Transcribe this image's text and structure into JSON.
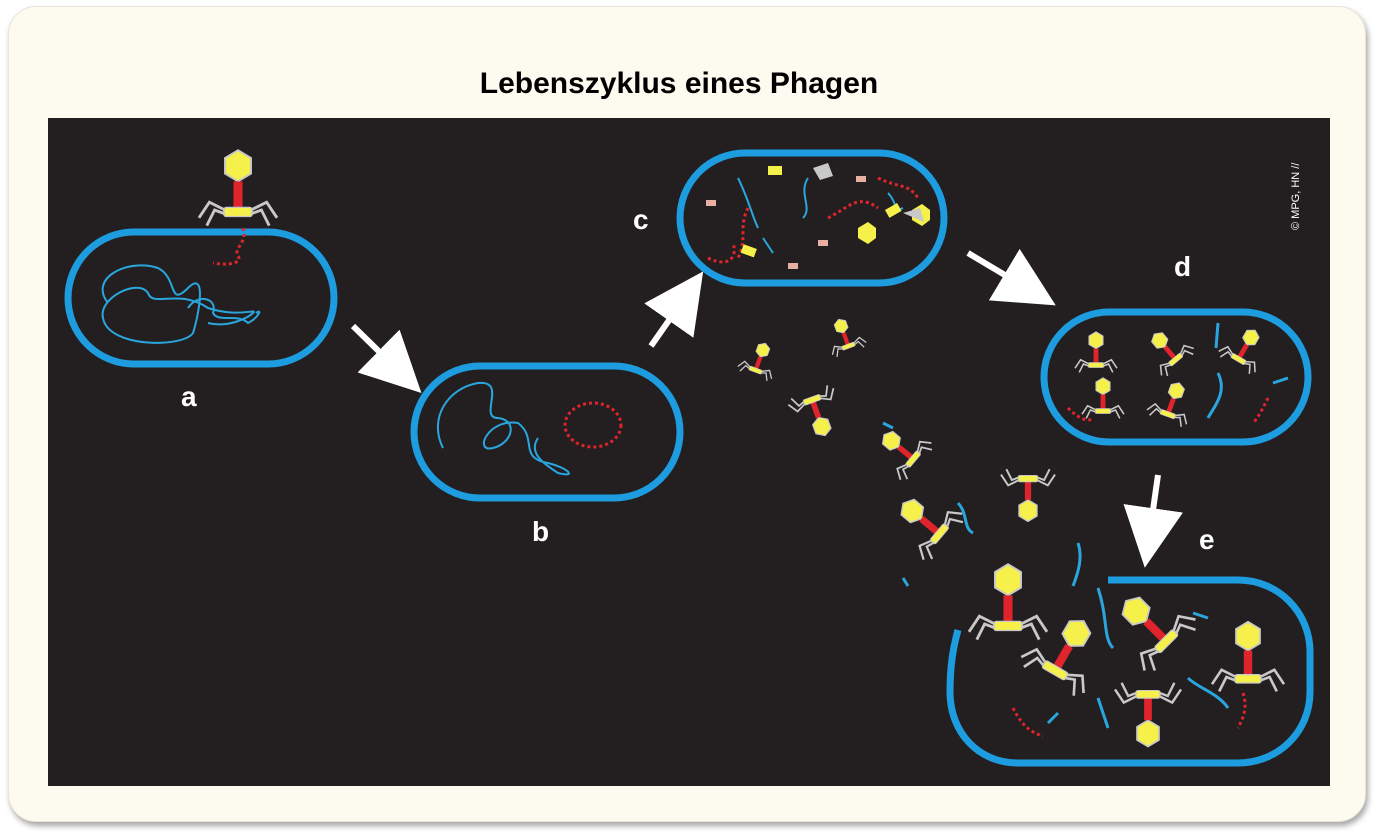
{
  "title": "Lebenszyklus eines Phagen",
  "copyright": "© MPG, HN //",
  "stages": [
    {
      "label": "a"
    },
    {
      "label": "b"
    },
    {
      "label": "c"
    },
    {
      "label": "d"
    },
    {
      "label": "e"
    }
  ],
  "colors": {
    "background": "#231f20",
    "cell_membrane": "#1e9ce0",
    "host_dna": "#2aa6df",
    "phage_dna": "#e0242b",
    "phage_head": "#f6f04a",
    "phage_tail": "#e0242b",
    "phage_legs": "#c8c8c8",
    "arrow": "#ffffff"
  }
}
